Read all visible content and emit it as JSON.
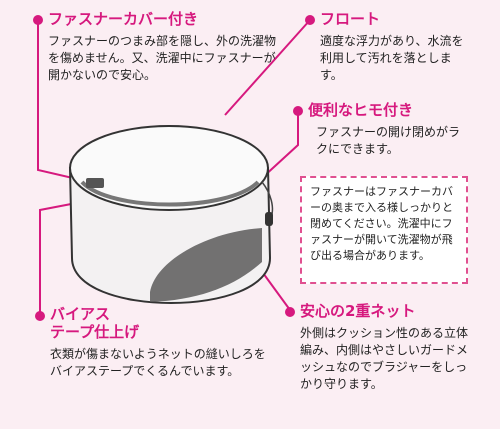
{
  "callouts": {
    "zipper_cover": {
      "title": "ファスナーカバー付き",
      "description": "ファスナーのつまみ部を隠し、外の洗濯物を傷めません。又、洗濯中にファスナーが開かないので安心。"
    },
    "float": {
      "title": "フロート",
      "description": "適度な浮力があり、水流を利用して汚れを落とします。"
    },
    "convenient_string": {
      "title": "便利なヒモ付き",
      "description": "ファスナーの開け閉めがラクにできます。"
    },
    "bias_tape": {
      "title_line1": "バイアス",
      "title_line2": "テープ仕上げ",
      "description": "衣類が傷まないようネットの縫いしろをバイアステープでくるんでいます。"
    },
    "double_net": {
      "title": "安心の2重ネット",
      "description": "外側はクッション性のある立体編み、内側はやさしいガードメッシュなのでブラジャーをしっかり守ります。"
    }
  },
  "notice": "ファスナーはファスナーカバーの奥まで入る様しっかりと閉めてください。洗濯中にファスナーが開いて洗濯物が飛び出る場合があります。",
  "colors": {
    "accent": "#d6197e",
    "background": "#fbeef3",
    "notice_border": "#e05090"
  }
}
